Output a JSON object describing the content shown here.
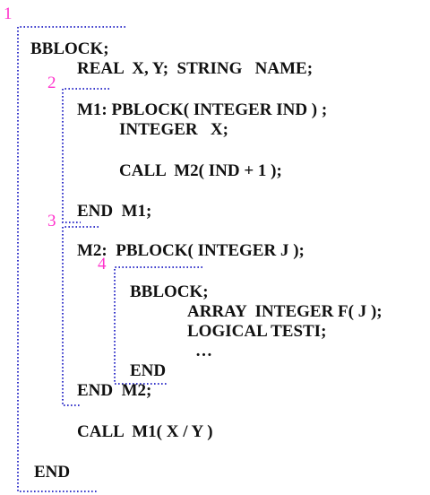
{
  "colors": {
    "bracket": "#3a3acc",
    "number": "#ff33cc",
    "text": "#111111"
  },
  "block_numbers": [
    "1",
    "2",
    "3",
    "4"
  ],
  "code_lines": [
    "BBLOCK;",
    "REAL  X, Y;  STRING   NAME;",
    "M1: PBLOCK( INTEGER IND ) ;",
    "INTEGER   X;",
    "CALL  M2( IND + 1 );",
    "END  M1;",
    "M2:  PBLOCK( INTEGER J );",
    "BBLOCK;",
    "ARRAY  INTEGER F( J );",
    "LOGICAL TESTI;",
    "…",
    "END",
    "END  M2;",
    "CALL  M1( X / Y )",
    "END"
  ]
}
